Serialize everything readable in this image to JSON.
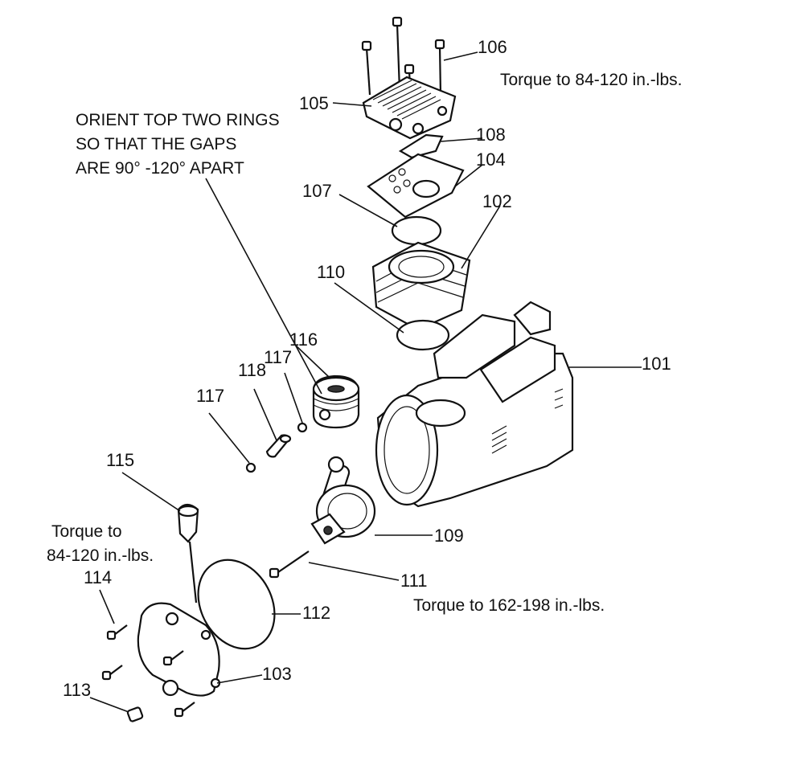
{
  "notes": {
    "head_torque": "Torque to  84-120 in.-lbs.",
    "rings_line1": "ORIENT TOP TWO RINGS",
    "rings_line2": "SO THAT THE GAPS",
    "rings_line3": "ARE 90° -120° APART",
    "left_torque_line1": "Torque to",
    "left_torque_line2": "84-120 in.-lbs.",
    "bolt_torque": "Torque to 162-198 in.-lbs."
  },
  "callouts": {
    "p101": "101",
    "p102": "102",
    "p103": "103",
    "p104": "104",
    "p105": "105",
    "p106": "106",
    "p107": "107",
    "p108": "108",
    "p109": "109",
    "p110": "110",
    "p111": "111",
    "p112": "112",
    "p113": "113",
    "p114": "114",
    "p115": "115",
    "p116": "116",
    "p117a": "117",
    "p117b": "117",
    "p118": "118"
  }
}
